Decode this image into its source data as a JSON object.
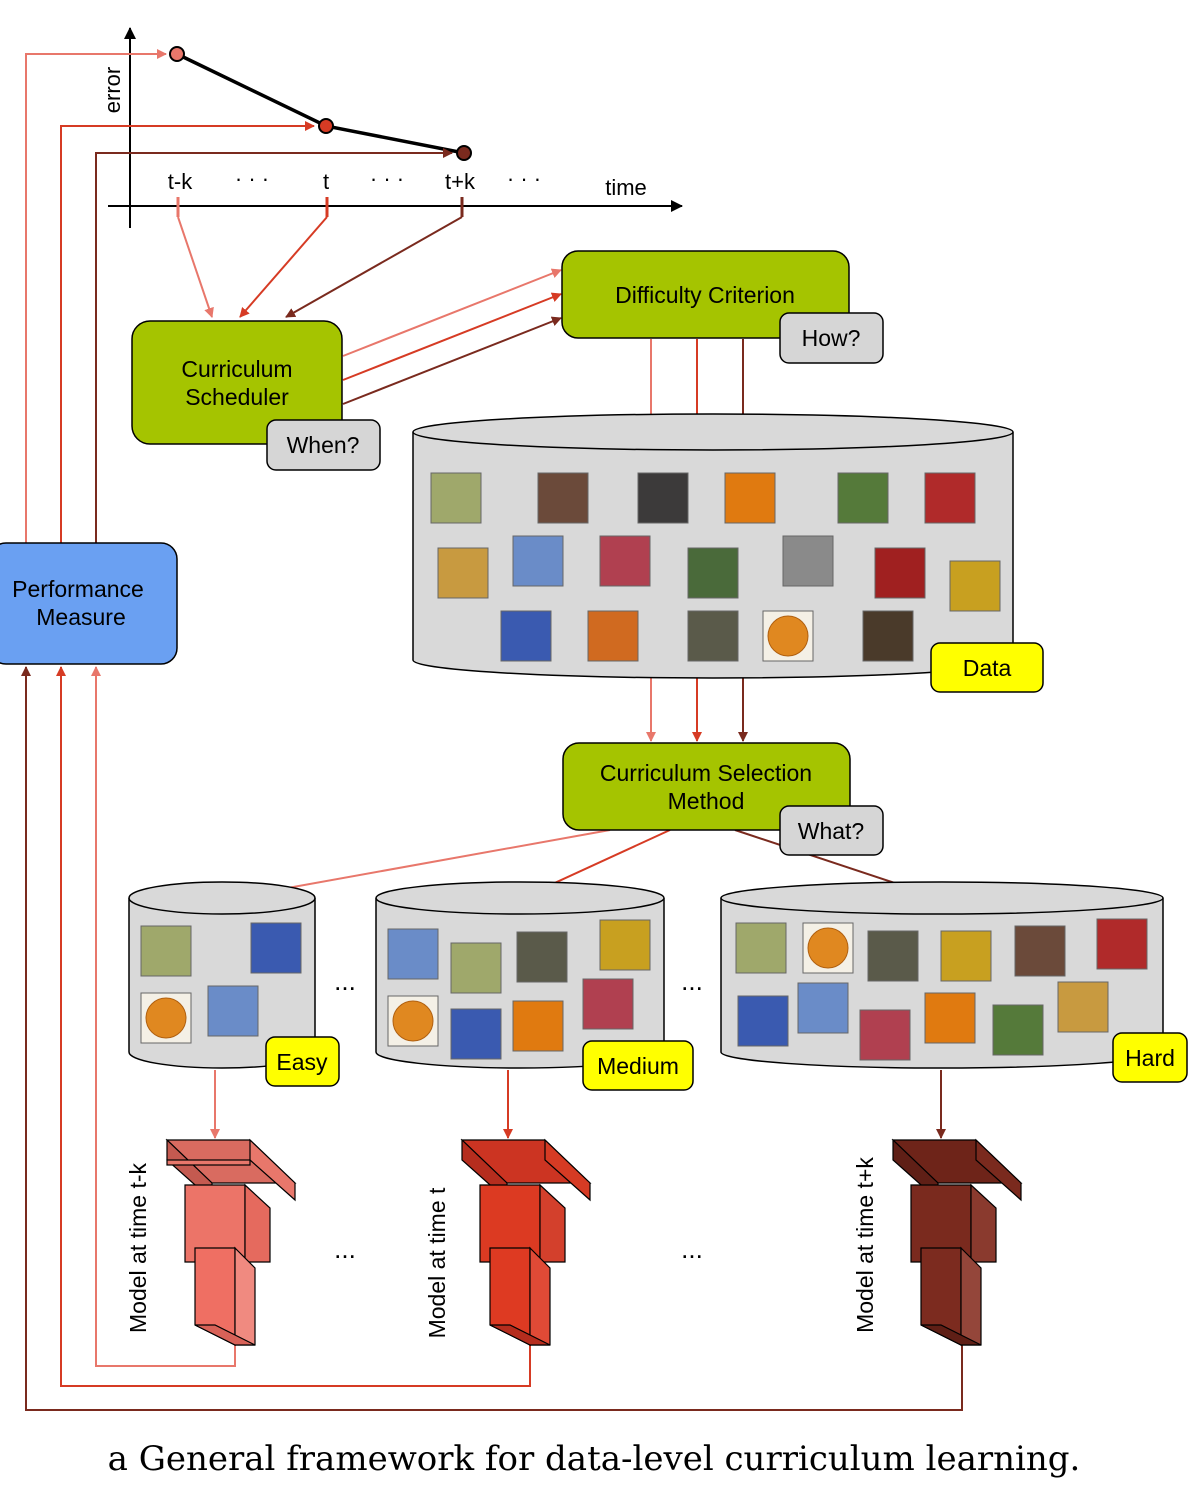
{
  "graph": {
    "y_axis_label": "error",
    "x_axis_label": "time",
    "ticks": [
      "t-k",
      "t",
      "t+k"
    ],
    "ellipsis": "· · ·"
  },
  "nodes": {
    "difficulty": {
      "title": "Difficulty Criterion",
      "tag": "How?"
    },
    "scheduler": {
      "line1": "Curriculum",
      "line2": "Scheduler",
      "tag": "When?"
    },
    "performance": {
      "line1": "Performance",
      "line2": "Measure"
    },
    "data": {
      "tag": "Data"
    },
    "selection": {
      "line1": "Curriculum Selection",
      "line2": "Method",
      "tag": "What?"
    }
  },
  "subsets": [
    {
      "tag": "Easy"
    },
    {
      "tag": "Medium"
    },
    {
      "tag": "Hard"
    }
  ],
  "models": [
    {
      "label": "Model at time t-k"
    },
    {
      "label": "Model at time t"
    },
    {
      "label": "Model at time t+k"
    }
  ],
  "ellipsis": "...",
  "caption": "a General framework for data-level curriculum learning.",
  "colors": {
    "light": "#e8776b",
    "mid": "#d63b24",
    "dark": "#7a2a1e",
    "green": "#a5c400",
    "blue": "#6aa0f2",
    "gray_tag": "#d6d6d6",
    "yellow_tag": "#ffff00"
  }
}
